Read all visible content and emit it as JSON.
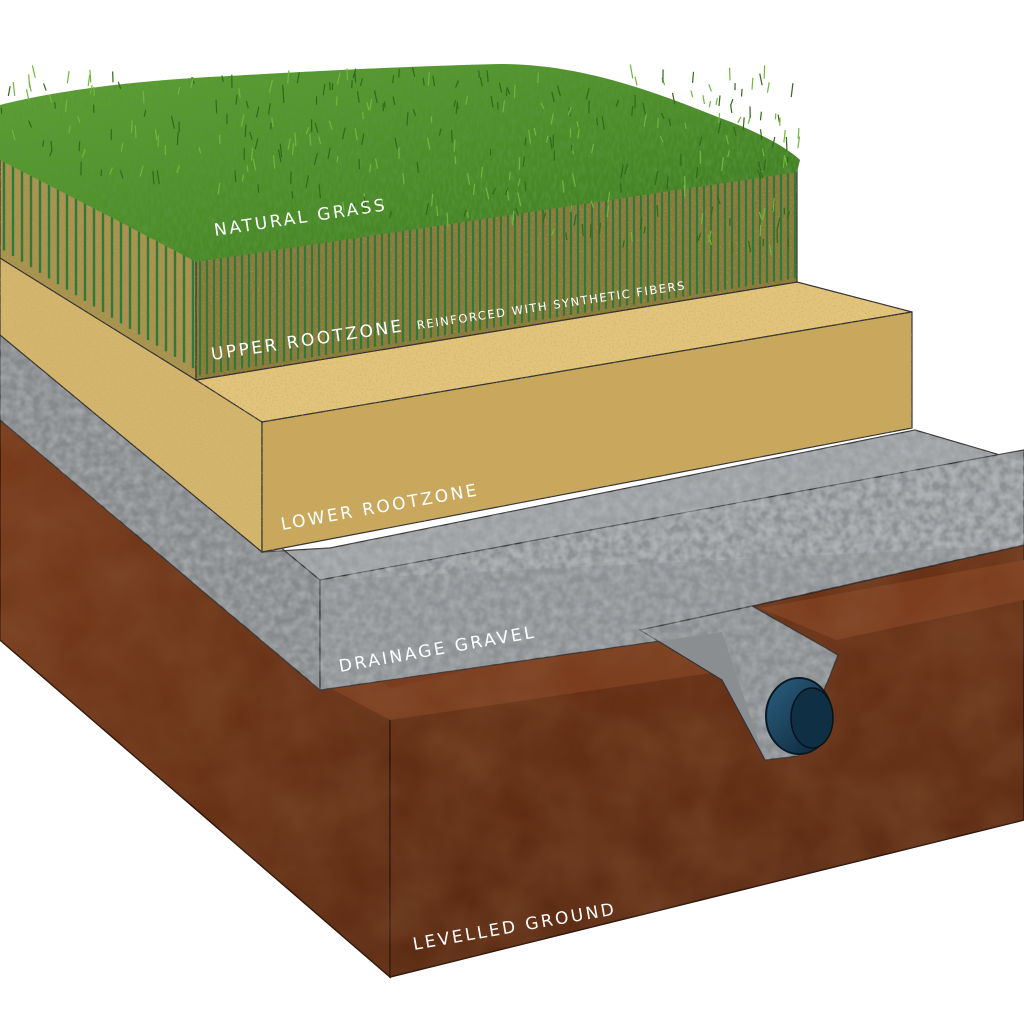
{
  "layers": {
    "natural_grass": "NATURAL GRASS",
    "upper_rootzone": "UPPER ROOTZONE",
    "upper_rootzone_note": "REINFORCED WITH SYNTHETIC FIBERS",
    "lower_rootzone": "LOWER ROOTZONE",
    "drainage_gravel": "DRAINAGE GRAVEL",
    "levelled_ground": "LEVELLED GROUND"
  },
  "colors": {
    "grass": "#4f8f2a",
    "upper_rootzone": "#8a7a3c",
    "synthetic_fibers": "#2e7a3a",
    "lower_rootzone": "#c9a85e",
    "gravel": "#8f9396",
    "soil": "#6a3217",
    "drain_pipe": "#0f2f45"
  },
  "icons": {
    "drain_pipe": "drain-pipe-icon"
  }
}
